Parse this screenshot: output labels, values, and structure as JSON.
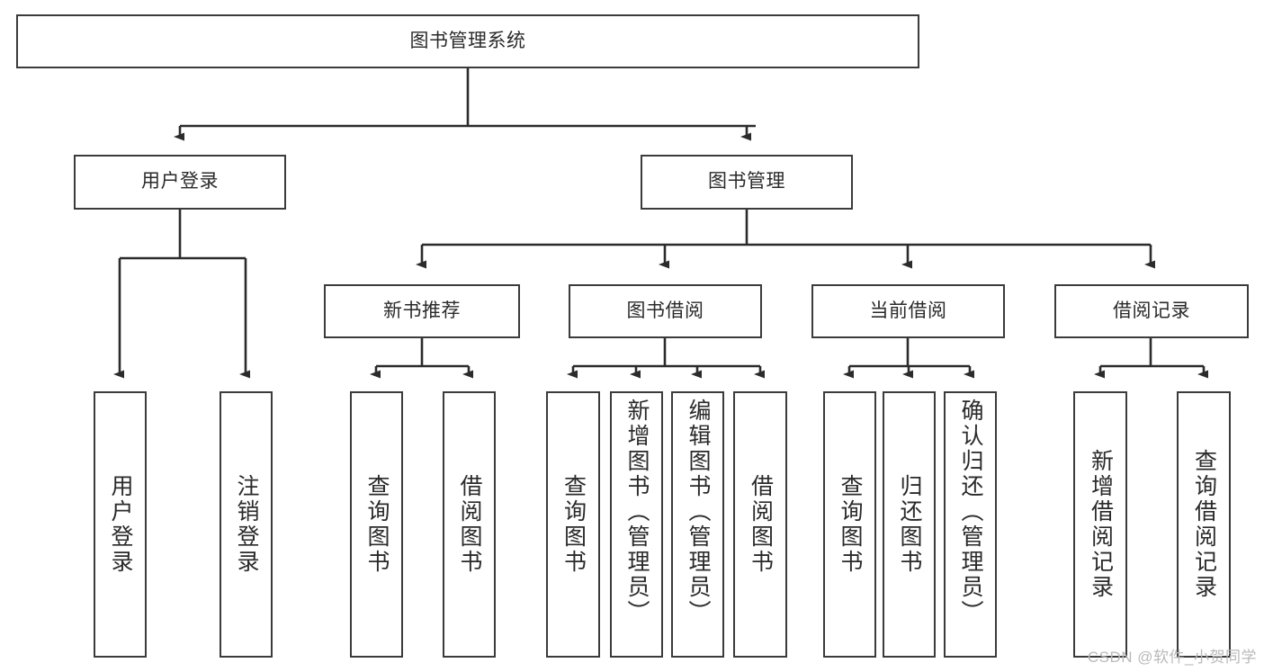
{
  "diagram": {
    "title": "图书管理系统",
    "type": "tree-hierarchy-chart",
    "watermark": "CSDN @软件_小贺同学",
    "colors": {
      "box_border": "#3b3b3b",
      "box_fill": "#ffffff",
      "connector": "#2b2b2b",
      "text": "#2a2a2a",
      "watermark": "#b9b9b9",
      "background": "#ffffff"
    },
    "root": {
      "label": "图书管理系统"
    },
    "level1": [
      {
        "label": "用户登录"
      },
      {
        "label": "图书管理"
      }
    ],
    "level2": [
      {
        "label": "新书推荐"
      },
      {
        "label": "图书借阅"
      },
      {
        "label": "当前借阅"
      },
      {
        "label": "借阅记录"
      }
    ],
    "leaves": {
      "user_login": [
        {
          "label": "用户登录"
        },
        {
          "label": "注销登录"
        }
      ],
      "new_book_recommend": [
        {
          "label": "查询图书"
        },
        {
          "label": "借阅图书"
        }
      ],
      "book_borrow": [
        {
          "label": "查询图书"
        },
        {
          "label": "新增图书（管理员）"
        },
        {
          "label": "编辑图书（管理员）"
        },
        {
          "label": "借阅图书"
        }
      ],
      "current_borrow": [
        {
          "label": "查询图书"
        },
        {
          "label": "归还图书"
        },
        {
          "label": "确认归还（管理员）"
        }
      ],
      "borrow_records": [
        {
          "label": "新增借阅记录"
        },
        {
          "label": "查询借阅记录"
        }
      ]
    }
  }
}
